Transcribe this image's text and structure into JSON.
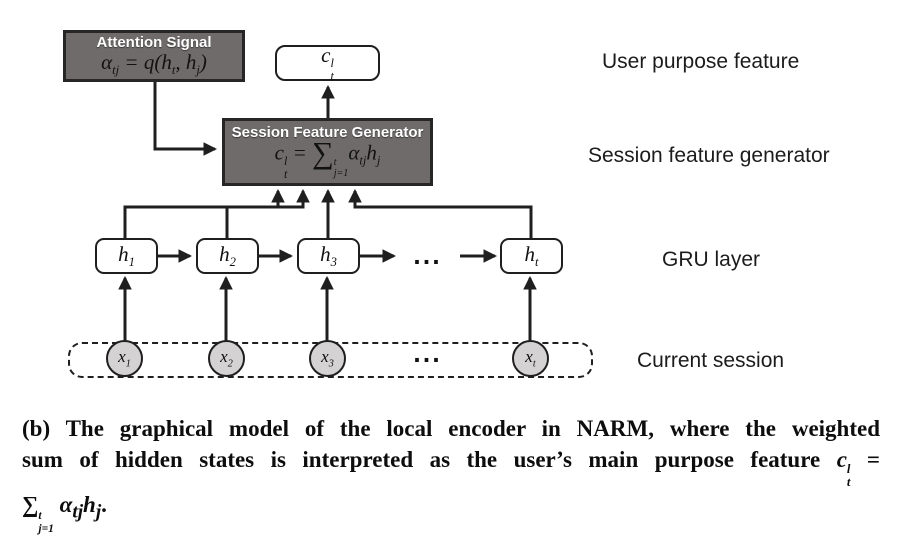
{
  "labels": {
    "user_purpose": "User purpose feature",
    "session_feature": "Session feature generator",
    "gru_layer": "GRU layer",
    "current_session": "Current session"
  },
  "attention_box": {
    "title": "Attention Signal",
    "formula": {
      "alpha": "α",
      "alpha_sub": "tj",
      "equals": " = ",
      "func": "q",
      "open": "(",
      "h1": "h",
      "h1_sub": "t",
      "comma": ", ",
      "h2": "h",
      "h2_sub": "j",
      "close": ")"
    }
  },
  "purpose_box": {
    "c": "c",
    "c_sup": "l",
    "c_sub": "t"
  },
  "sfg_box": {
    "title": "Session Feature Generator",
    "formula": {
      "c": "c",
      "c_sup": "l",
      "c_sub": "t",
      "equals": " = ",
      "sum": "∑",
      "sum_sup": "t",
      "sum_sub": "j=1",
      "alpha": "α",
      "alpha_sub": "tj",
      "h": "h",
      "h_sub": "j"
    }
  },
  "gru_nodes": [
    {
      "base": "h",
      "sub": "1"
    },
    {
      "base": "h",
      "sub": "2"
    },
    {
      "base": "h",
      "sub": "3"
    },
    {
      "base": "h",
      "sub": "t"
    }
  ],
  "gru_dots": "...",
  "session_nodes": [
    {
      "base": "x",
      "sub": "1"
    },
    {
      "base": "x",
      "sub": "2"
    },
    {
      "base": "x",
      "sub": "3"
    },
    {
      "base": "x",
      "sub": "t"
    }
  ],
  "session_dots": "...",
  "caption": {
    "line1": "(b) The graphical model of the local encoder in NARM, where the weighted",
    "line2_text": "sum of hidden states is interpreted as the user’s main purpose feature ",
    "c": "c",
    "c_sup": "l",
    "c_sub": "t",
    "line2_end": " =",
    "sum": "∑",
    "sum_sup": "t",
    "sum_sub": "j=1",
    "alpha": "α",
    "alpha_sub": "tj",
    "h": "h",
    "h_sub": "j",
    "period": "."
  },
  "colors": {
    "box_fill": "#6f6b6b",
    "box_border": "#262626",
    "node_fill": "#d4d2d2",
    "line": "#1f1f1f"
  }
}
